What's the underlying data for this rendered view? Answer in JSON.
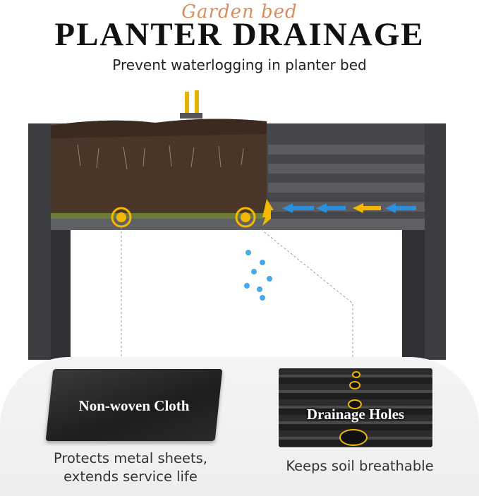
{
  "header": {
    "script_title": "Garden bed",
    "title": "PLANTER DRAINAGE",
    "subtitle": "Prevent waterlogging in planter bed"
  },
  "features": [
    {
      "label": "Non-woven Cloth",
      "caption_line1": "Protects metal sheets,",
      "caption_line2": "extends service life"
    },
    {
      "label": "Drainage Holes",
      "caption": "Keeps soil breathable"
    }
  ],
  "colors": {
    "frame": "#3b3d40",
    "soil": "#4a3628",
    "accent": "#f5b800",
    "water_arrow": "#2b8fe0",
    "script": "#d98c5f"
  }
}
